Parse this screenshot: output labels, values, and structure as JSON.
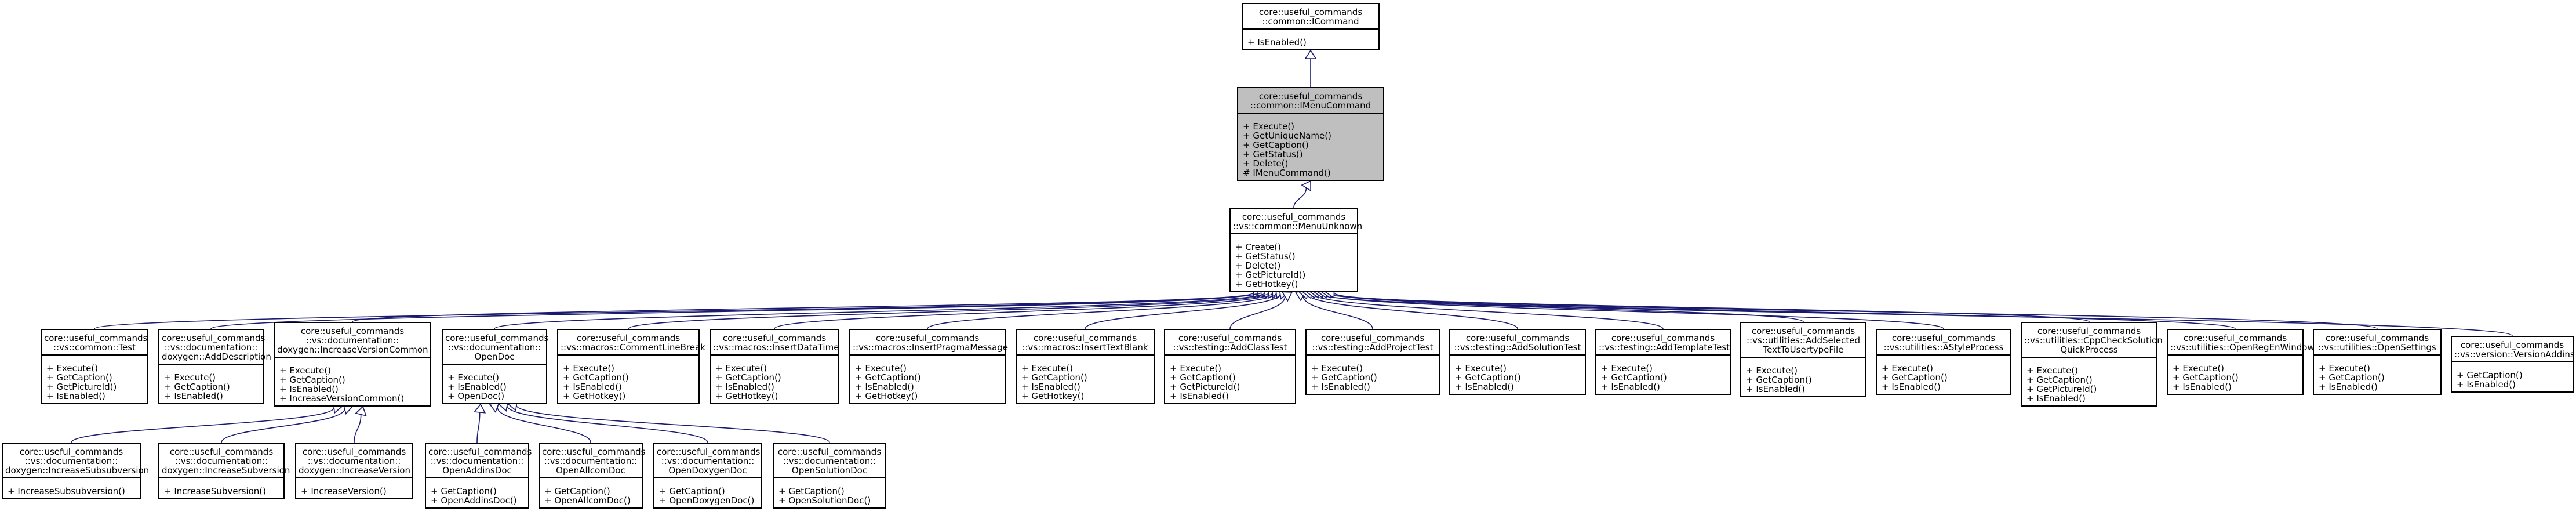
{
  "colors": {
    "edge": "#191970",
    "highlight": "#bfbfbf",
    "border": "#000000"
  },
  "nodes": [
    {
      "id": "icommand",
      "name": "core::useful_commands\n::common::ICommand",
      "methods": [
        "+ IsEnabled()"
      ]
    },
    {
      "id": "imenucommand",
      "name": "core::useful_commands\n::common::IMenuCommand",
      "highlight": true,
      "methods": [
        "+ Execute()",
        "+ GetUniqueName()",
        "+ GetCaption()",
        "+ GetStatus()",
        "+ Delete()",
        "# IMenuCommand()"
      ]
    },
    {
      "id": "menuunknown",
      "name": "core::useful_commands\n::vs::common::MenuUnknown",
      "methods": [
        "+ Create()",
        "+ GetStatus()",
        "+ Delete()",
        "+ GetPictureId()",
        "+ GetHotkey()"
      ]
    },
    {
      "id": "test",
      "name": "core::useful_commands\n::vs::common::Test",
      "methods": [
        "+ Execute()",
        "+ GetCaption()",
        "+ GetPictureId()",
        "+ IsEnabled()"
      ]
    },
    {
      "id": "adddescription",
      "name": "core::useful_commands\n::vs::documentation::\ndoxygen::AddDescription",
      "methods": [
        "+ Execute()",
        "+ GetCaption()",
        "+ IsEnabled()"
      ]
    },
    {
      "id": "incverscommon",
      "name": "core::useful_commands\n::vs::documentation::\ndoxygen::IncreaseVersionCommon",
      "methods": [
        "+ Execute()",
        "+ GetCaption()",
        "+ IsEnabled()",
        "+ IncreaseVersionCommon()"
      ]
    },
    {
      "id": "opendoc",
      "name": "core::useful_commands\n::vs::documentation::\nOpenDoc",
      "methods": [
        "+ Execute()",
        "+ IsEnabled()",
        "+ OpenDoc()"
      ]
    },
    {
      "id": "commentlinebreak",
      "name": "core::useful_commands\n::vs::macros::CommentLineBreak",
      "methods": [
        "+ Execute()",
        "+ GetCaption()",
        "+ IsEnabled()",
        "+ GetHotkey()"
      ]
    },
    {
      "id": "insertdatatime",
      "name": "core::useful_commands\n::vs::macros::InsertDataTime",
      "methods": [
        "+ Execute()",
        "+ GetCaption()",
        "+ IsEnabled()",
        "+ GetHotkey()"
      ]
    },
    {
      "id": "insertpragma",
      "name": "core::useful_commands\n::vs::macros::InsertPragmaMessage",
      "methods": [
        "+ Execute()",
        "+ GetCaption()",
        "+ IsEnabled()",
        "+ GetHotkey()"
      ]
    },
    {
      "id": "inserttextblank",
      "name": "core::useful_commands\n::vs::macros::InsertTextBlank",
      "methods": [
        "+ Execute()",
        "+ GetCaption()",
        "+ IsEnabled()",
        "+ GetHotkey()"
      ]
    },
    {
      "id": "addclasstest",
      "name": "core::useful_commands\n::vs::testing::AddClassTest",
      "methods": [
        "+ Execute()",
        "+ GetCaption()",
        "+ GetPictureId()",
        "+ IsEnabled()"
      ]
    },
    {
      "id": "addprojecttest",
      "name": "core::useful_commands\n::vs::testing::AddProjectTest",
      "methods": [
        "+ Execute()",
        "+ GetCaption()",
        "+ IsEnabled()"
      ]
    },
    {
      "id": "addsolutiontest",
      "name": "core::useful_commands\n::vs::testing::AddSolutionTest",
      "methods": [
        "+ Execute()",
        "+ GetCaption()",
        "+ IsEnabled()"
      ]
    },
    {
      "id": "addtemplatetest",
      "name": "core::useful_commands\n::vs::testing::AddTemplateTest",
      "methods": [
        "+ Execute()",
        "+ GetCaption()",
        "+ IsEnabled()"
      ]
    },
    {
      "id": "addselected",
      "name": "core::useful_commands\n::vs::utilities::AddSelected\nTextToUsertypeFile",
      "methods": [
        "+ Execute()",
        "+ GetCaption()",
        "+ IsEnabled()"
      ]
    },
    {
      "id": "astyleprocess",
      "name": "core::useful_commands\n::vs::utilities::AStyleProcess",
      "methods": [
        "+ Execute()",
        "+ GetCaption()",
        "+ IsEnabled()"
      ]
    },
    {
      "id": "cppcheck",
      "name": "core::useful_commands\n::vs::utilities::CppCheckSolution\nQuickProcess",
      "methods": [
        "+ Execute()",
        "+ GetCaption()",
        "+ GetPictureId()",
        "+ IsEnabled()"
      ]
    },
    {
      "id": "openregedit",
      "name": "core::useful_commands\n::vs::utilities::OpenRegEnWindow",
      "methods": [
        "+ Execute()",
        "+ GetCaption()",
        "+ IsEnabled()"
      ]
    },
    {
      "id": "opensettings",
      "name": "core::useful_commands\n::vs::utilities::OpenSettings",
      "methods": [
        "+ Execute()",
        "+ GetCaption()",
        "+ IsEnabled()"
      ]
    },
    {
      "id": "versionaddins",
      "name": "core::useful_commands\n::vs::version::VersionAddins",
      "methods": [
        "+ GetCaption()",
        "+ IsEnabled()"
      ]
    },
    {
      "id": "incsubsub",
      "name": "core::useful_commands\n::vs::documentation::\ndoxygen::IncreaseSubsubversion",
      "methods": [
        "+ IncreaseSubsubversion()"
      ]
    },
    {
      "id": "incsub",
      "name": "core::useful_commands\n::vs::documentation::\ndoxygen::IncreaseSubversion",
      "methods": [
        "+ IncreaseSubversion()"
      ]
    },
    {
      "id": "incver",
      "name": "core::useful_commands\n::vs::documentation::\ndoxygen::IncreaseVersion",
      "methods": [
        "+ IncreaseVersion()"
      ]
    },
    {
      "id": "openaddinsdoc",
      "name": "core::useful_commands\n::vs::documentation::\nOpenAddinsDoc",
      "methods": [
        "+ GetCaption()",
        "+ OpenAddinsDoc()"
      ]
    },
    {
      "id": "openallcomdoc",
      "name": "core::useful_commands\n::vs::documentation::\nOpenAllcomDoc",
      "methods": [
        "+ GetCaption()",
        "+ OpenAllcomDoc()"
      ]
    },
    {
      "id": "opendoxygendoc",
      "name": "core::useful_commands\n::vs::documentation::\nOpenDoxygenDoc",
      "methods": [
        "+ GetCaption()",
        "+ OpenDoxygenDoc()"
      ]
    },
    {
      "id": "opensolutiondoc",
      "name": "core::useful_commands\n::vs::documentation::\nOpenSolutionDoc",
      "methods": [
        "+ GetCaption()",
        "+ OpenSolutionDoc()"
      ]
    }
  ],
  "edges": [
    {
      "from": "imenucommand",
      "to": "icommand"
    },
    {
      "from": "menuunknown",
      "to": "imenucommand"
    },
    {
      "from": "test",
      "to": "menuunknown"
    },
    {
      "from": "adddescription",
      "to": "menuunknown"
    },
    {
      "from": "incverscommon",
      "to": "menuunknown"
    },
    {
      "from": "opendoc",
      "to": "menuunknown"
    },
    {
      "from": "commentlinebreak",
      "to": "menuunknown"
    },
    {
      "from": "insertdatatime",
      "to": "menuunknown"
    },
    {
      "from": "insertpragma",
      "to": "menuunknown"
    },
    {
      "from": "inserttextblank",
      "to": "menuunknown"
    },
    {
      "from": "addclasstest",
      "to": "menuunknown"
    },
    {
      "from": "addprojecttest",
      "to": "menuunknown"
    },
    {
      "from": "addsolutiontest",
      "to": "menuunknown"
    },
    {
      "from": "addtemplatetest",
      "to": "menuunknown"
    },
    {
      "from": "addselected",
      "to": "menuunknown"
    },
    {
      "from": "astyleprocess",
      "to": "menuunknown"
    },
    {
      "from": "cppcheck",
      "to": "menuunknown"
    },
    {
      "from": "openregedit",
      "to": "menuunknown"
    },
    {
      "from": "opensettings",
      "to": "menuunknown"
    },
    {
      "from": "versionaddins",
      "to": "menuunknown"
    },
    {
      "from": "incsubsub",
      "to": "incverscommon"
    },
    {
      "from": "incsub",
      "to": "incverscommon"
    },
    {
      "from": "incver",
      "to": "incverscommon"
    },
    {
      "from": "openaddinsdoc",
      "to": "opendoc"
    },
    {
      "from": "openallcomdoc",
      "to": "opendoc"
    },
    {
      "from": "opendoxygendoc",
      "to": "opendoc"
    },
    {
      "from": "opensolutiondoc",
      "to": "opendoc"
    }
  ]
}
